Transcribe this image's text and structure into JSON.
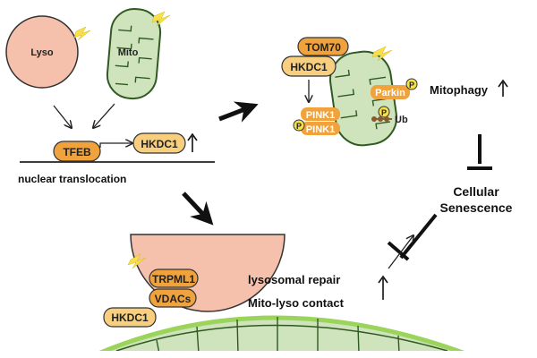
{
  "organelles": {
    "lyso": "Lyso",
    "mito": "Mito"
  },
  "nucleus": {
    "tfeb": "TFEB",
    "hkdc1": "HKDC1",
    "caption": "nuclear translocation"
  },
  "mitophagy_panel": {
    "tom70": "TOM70",
    "hkdc1": "HKDC1",
    "pink1_a": "PINK1",
    "pink1_b": "PINK1",
    "parkin": "Parkin",
    "phospho": "P",
    "ub": "Ub",
    "mitophagy": "Mitophagy"
  },
  "contact_panel": {
    "trpml1": "TRPML1",
    "vdacs": "VDACs",
    "hkdc1": "HKDC1",
    "repair": "lysosomal repair",
    "contact": "Mito-lyso contact"
  },
  "outcome": {
    "line1": "Cellular",
    "line2": "Senescence"
  },
  "colors": {
    "lyso_fill": "#f5c0ac",
    "mito_fill": "#cfe3bd",
    "mito_stroke": "#2f5a22",
    "mito_bright": "#9bd45a",
    "protein_orange": "#f0a23c",
    "protein_light": "#f7cf7e",
    "lightning": "#f7e04a"
  }
}
